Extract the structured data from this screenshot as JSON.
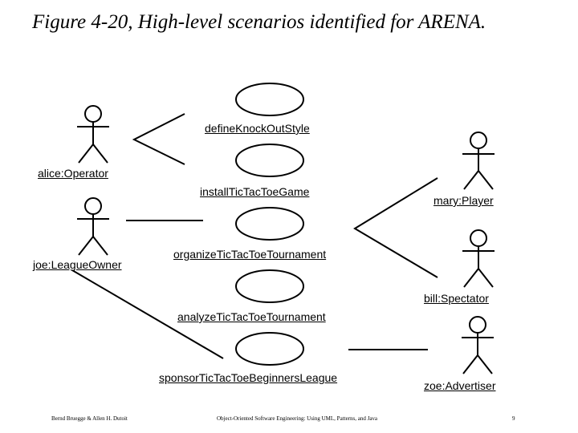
{
  "title": "Figure 4-20, High-level scenarios identified for ARENA.",
  "actors": {
    "alice": "alice:Operator",
    "joe": "joe:LeagueOwner",
    "mary": "mary:Player",
    "bill": "bill:Spectator",
    "zoe": "zoe:Advertiser"
  },
  "scenarios": {
    "define": "defineKnockOutStyle",
    "install": "installTicTacToeGame",
    "organize": "organizeTicTacToeTournament",
    "analyze": "analyzeTicTacToeTournament",
    "sponsor": "sponsorTicTacToeBeginnersLeague"
  },
  "footer": {
    "authors": "Bernd Bruegge & Allen H. Dutoit",
    "book": "Object-Oriented Software Engineering: Using UML, Patterns, and Java",
    "page": "9"
  }
}
